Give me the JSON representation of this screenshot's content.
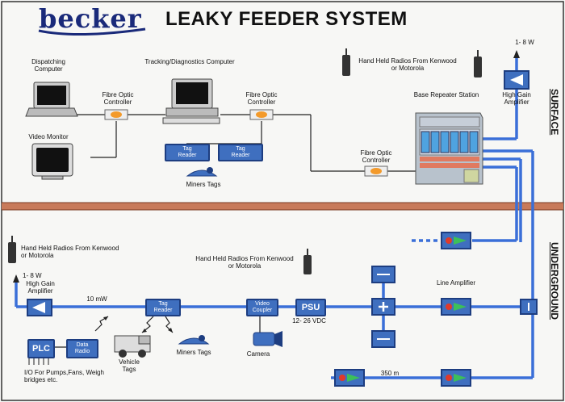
{
  "header": {
    "logo": "becker",
    "title": "LEAKY FEEDER SYSTEM"
  },
  "sections": {
    "surface": "SURFACE",
    "underground": "UNDERGROUND"
  },
  "surface": {
    "dispatching_computer": "Dispatching\nComputer",
    "tracking_computer": "Tracking/Diagnostics Computer",
    "video_monitor": "Video Monitor",
    "fibre_optic_1": "Fibre Optic\nController",
    "fibre_optic_2": "Fibre Optic\nController",
    "fibre_optic_3": "Fibre Optic\nController",
    "tag_reader_1": "Tag\nReader",
    "tag_reader_2": "Tag\nReader",
    "miners_tags": "Miners Tags",
    "handheld_radios": "Hand Held Radios From Kenwood\nor Motorola",
    "base_repeater": "Base Repeater Station",
    "power_top": "1- 8 W",
    "high_gain_amp": "High Gain\nAmplifier"
  },
  "underground": {
    "handheld_radios_left": "Hand Held Radios From Kenwood\nor Motorola",
    "handheld_radios_mid": "Hand Held Radios From Kenwood\nor Motorola",
    "power_left": "1- 8 W",
    "high_gain_amp": "High Gain\nAmplifier",
    "power_10mw": "10 mW",
    "tag_reader": "Tag\nReader",
    "video_coupler": "Video\nCoupler",
    "psu": "PSU",
    "psu_voltage": "12- 26 VDC",
    "line_amplifier": "Line Amplifier",
    "plc": "PLC",
    "data_radio": "Data\nRadio",
    "io_label": "I/O For Pumps,Fans, Weigh\nbridges etc.",
    "vehicle_tags": "Vehicle\nTags",
    "miners_tags": "Miners Tags",
    "camera": "Camera",
    "distance": "350 m"
  },
  "colors": {
    "cable": "#3a6fd8",
    "box_fill": "#3f6fbf",
    "divider": "#c87a5a"
  }
}
